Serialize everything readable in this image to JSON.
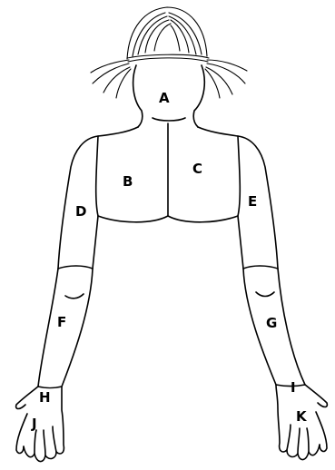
{
  "diagram": {
    "regions": [
      {
        "id": "A",
        "label": "A"
      },
      {
        "id": "B",
        "label": "B"
      },
      {
        "id": "C",
        "label": "C"
      },
      {
        "id": "D",
        "label": "D"
      },
      {
        "id": "E",
        "label": "E"
      },
      {
        "id": "F",
        "label": "F"
      },
      {
        "id": "G",
        "label": "G"
      },
      {
        "id": "H",
        "label": "H"
      },
      {
        "id": "I",
        "label": "I"
      },
      {
        "id": "J",
        "label": "J"
      },
      {
        "id": "K",
        "label": "K"
      }
    ]
  }
}
